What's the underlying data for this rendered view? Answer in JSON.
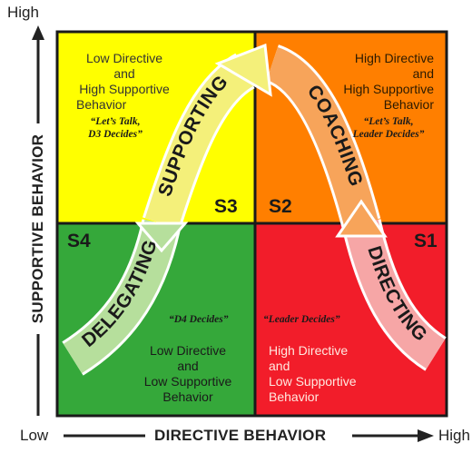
{
  "axes": {
    "y_high": "High",
    "y_title": "SUPPORTIVE BEHAVIOR",
    "x_low": "Low",
    "x_title": "DIRECTIVE BEHAVIOR",
    "x_high": "High"
  },
  "quadrants": {
    "s3": {
      "number": "S3",
      "description": [
        "Low Directive",
        "and",
        "High Supportive",
        "Behavior"
      ],
      "tagline": [
        "“Let’s Talk,",
        "D3 Decides”"
      ],
      "band_label": "SUPPORTING",
      "color": "#ffff00"
    },
    "s2": {
      "number": "S2",
      "description": [
        "High Directive",
        "and",
        "High Supportive",
        "Behavior"
      ],
      "tagline": [
        "“Let’s Talk,",
        "Leader Decides”"
      ],
      "band_label": "COACHING",
      "color": "#ff7f00"
    },
    "s4": {
      "number": "S4",
      "description": [
        "Low Directive",
        "and",
        "Low Supportive",
        "Behavior"
      ],
      "tagline": [
        "“D4 Decides”"
      ],
      "band_label": "DELEGATING",
      "color": "#35a83a"
    },
    "s1": {
      "number": "S1",
      "description": [
        "High Directive",
        "and",
        "Low Supportive",
        "Behavior"
      ],
      "tagline": [
        "“Leader Decides”"
      ],
      "band_label": "DIRECTING",
      "color": "#f21d2a"
    }
  },
  "colors": {
    "grid_border": "#1a1a1a",
    "band_supporting": "#f4f07a",
    "band_coaching": "#f7a45a",
    "band_delegating": "#b6df9c",
    "band_directing": "#f6a6a6",
    "band_outline": "#ffffff"
  }
}
